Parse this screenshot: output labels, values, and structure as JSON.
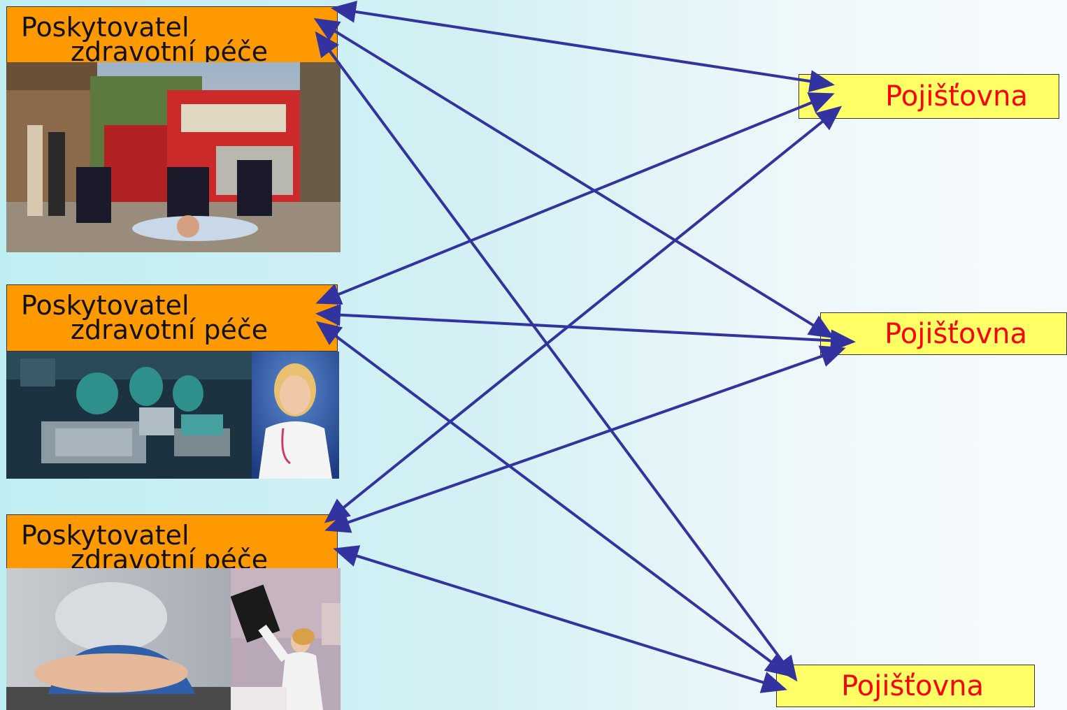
{
  "providers": [
    {
      "line1": "Poskytovatel",
      "line2": "zdravotní péče"
    },
    {
      "line1": "Poskytovatel",
      "line2": "zdravotní péče"
    },
    {
      "line1": "Poskytovatel",
      "line2": "zdravotní péče"
    }
  ],
  "insurers": [
    {
      "label": "Pojišťovna"
    },
    {
      "label": "Pojišťovna"
    },
    {
      "label": "Pojišťovna"
    }
  ],
  "colors": {
    "provider_fill": "#ff9900",
    "insurer_fill": "#ffff66",
    "insurer_text": "#ff0000",
    "arrow": "#3333a0"
  },
  "photos": [
    "emergency-street-scene-photo",
    "operating-room-photo",
    "smiling-doctor-photo",
    "exhausted-surgeon-photo",
    "doctor-xray-photo"
  ]
}
